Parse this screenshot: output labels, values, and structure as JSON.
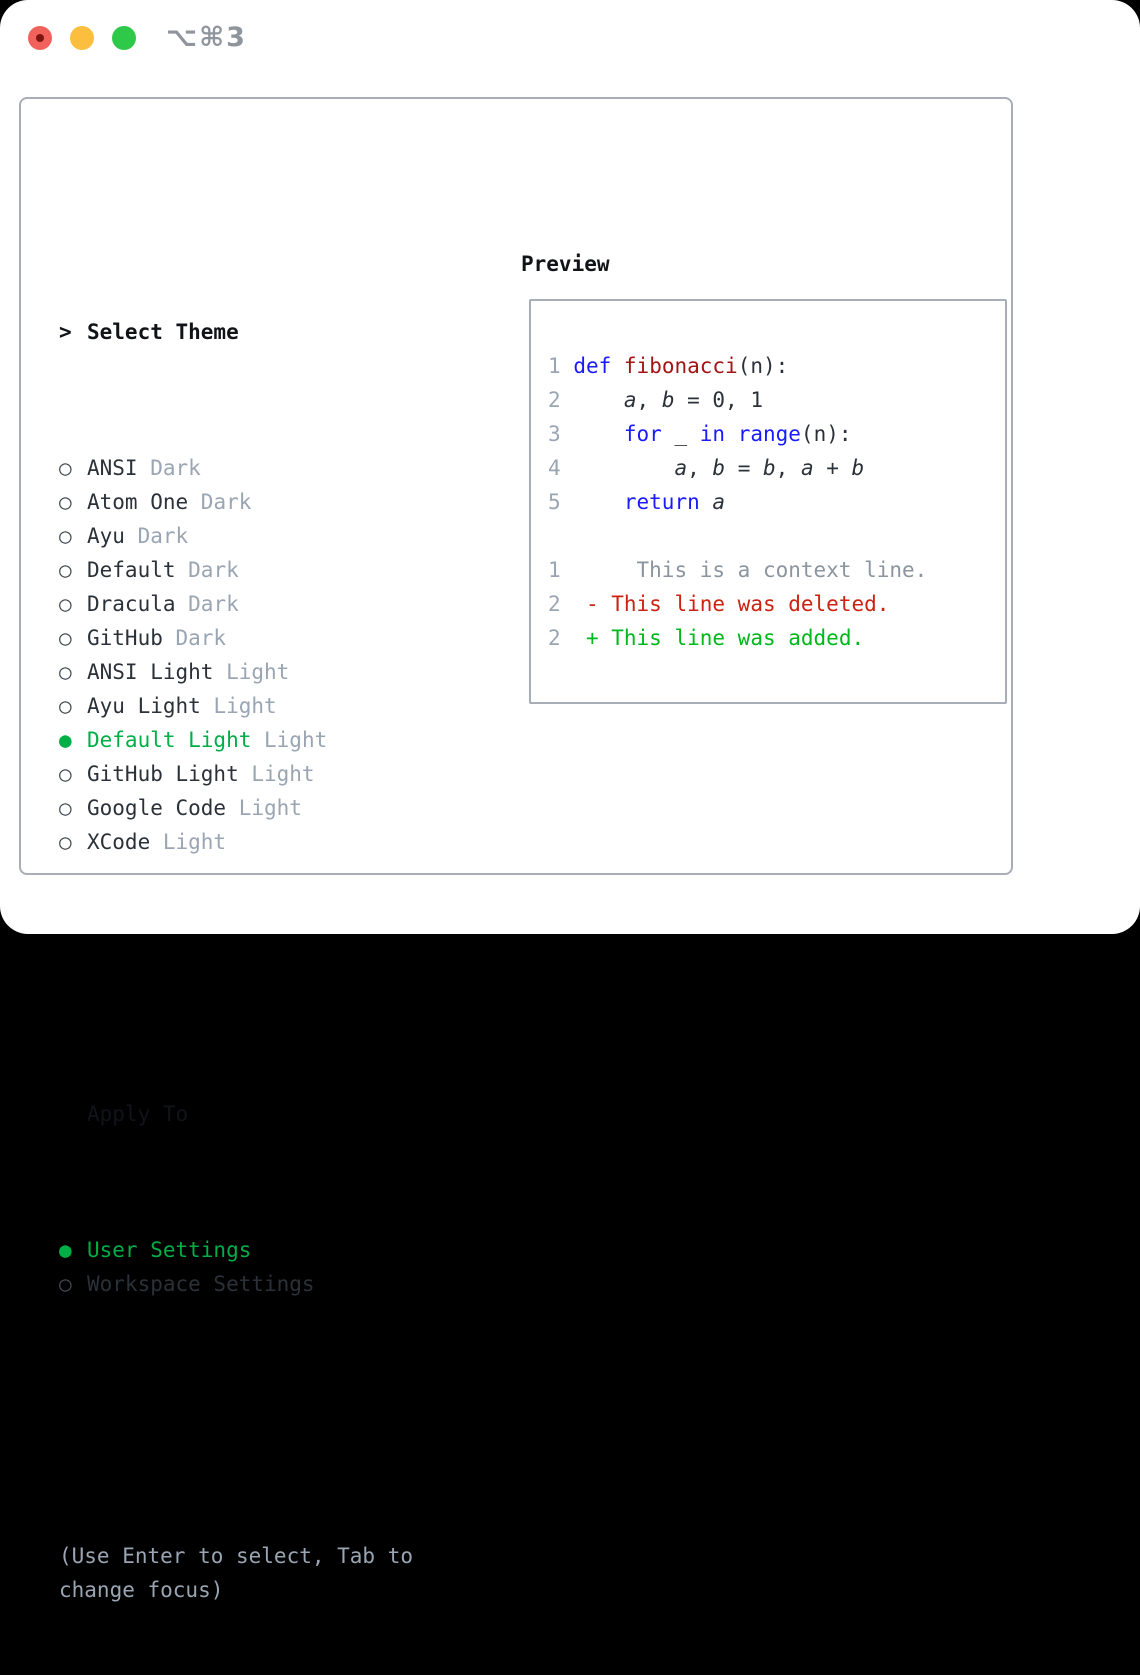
{
  "window": {
    "shortcut": "⌥⌘3",
    "traffic_lights": [
      "close",
      "minimize",
      "zoom"
    ]
  },
  "theme_panel": {
    "title_prefix": ">",
    "title": "Select Theme",
    "items": [
      {
        "name": "ANSI",
        "tag": "Dark",
        "selected": false
      },
      {
        "name": "Atom One",
        "tag": "Dark",
        "selected": false
      },
      {
        "name": "Ayu",
        "tag": "Dark",
        "selected": false
      },
      {
        "name": "Default",
        "tag": "Dark",
        "selected": false
      },
      {
        "name": "Dracula",
        "tag": "Dark",
        "selected": false
      },
      {
        "name": "GitHub",
        "tag": "Dark",
        "selected": false
      },
      {
        "name": "ANSI Light",
        "tag": "Light",
        "selected": false
      },
      {
        "name": "Ayu Light",
        "tag": "Light",
        "selected": false
      },
      {
        "name": "Default Light",
        "tag": "Light",
        "selected": true
      },
      {
        "name": "GitHub Light",
        "tag": "Light",
        "selected": false
      },
      {
        "name": "Google Code",
        "tag": "Light",
        "selected": false
      },
      {
        "name": "XCode",
        "tag": "Light",
        "selected": false
      }
    ],
    "apply_to": {
      "title": "Apply To",
      "options": [
        {
          "label": "User Settings",
          "selected": true
        },
        {
          "label": "Workspace Settings",
          "selected": false
        }
      ]
    },
    "hint": "(Use Enter to select, Tab to change focus)",
    "bullet_selected": "●",
    "bullet_unselected": "○"
  },
  "preview": {
    "title": "Preview",
    "code_lines": [
      {
        "num": "1",
        "tokens": [
          {
            "t": " "
          },
          {
            "t": "def",
            "c": "kw"
          },
          {
            "t": " "
          },
          {
            "t": "fibonacci",
            "c": "fn"
          },
          {
            "t": "(n):"
          }
        ]
      },
      {
        "num": "2",
        "tokens": [
          {
            "t": "     "
          },
          {
            "t": "a",
            "c": "var"
          },
          {
            "t": ", "
          },
          {
            "t": "b",
            "c": "var"
          },
          {
            "t": " = 0, 1"
          }
        ]
      },
      {
        "num": "3",
        "tokens": [
          {
            "t": "     "
          },
          {
            "t": "for",
            "c": "kw"
          },
          {
            "t": " _ "
          },
          {
            "t": "in",
            "c": "kw"
          },
          {
            "t": " "
          },
          {
            "t": "range",
            "c": "kw"
          },
          {
            "t": "(n):"
          }
        ]
      },
      {
        "num": "4",
        "tokens": [
          {
            "t": "         "
          },
          {
            "t": "a",
            "c": "var"
          },
          {
            "t": ", "
          },
          {
            "t": "b",
            "c": "var"
          },
          {
            "t": " = "
          },
          {
            "t": "b",
            "c": "var"
          },
          {
            "t": ", "
          },
          {
            "t": "a",
            "c": "var"
          },
          {
            "t": " + "
          },
          {
            "t": "b",
            "c": "var"
          }
        ]
      },
      {
        "num": "5",
        "tokens": [
          {
            "t": "     "
          },
          {
            "t": "return",
            "c": "kw"
          },
          {
            "t": " "
          },
          {
            "t": "a",
            "c": "var"
          }
        ]
      },
      {
        "num": "",
        "tokens": []
      },
      {
        "num": "1",
        "tokens": [
          {
            "t": "      "
          },
          {
            "t": "This is a context line.",
            "c": "ctx"
          }
        ]
      },
      {
        "num": "2",
        "tokens": [
          {
            "t": "  "
          },
          {
            "t": "- This line was deleted.",
            "c": "del"
          }
        ]
      },
      {
        "num": "2",
        "tokens": [
          {
            "t": "  "
          },
          {
            "t": "+ This line was added.",
            "c": "add"
          }
        ]
      }
    ]
  },
  "colors": {
    "text": "#2b3138",
    "muted_gray": "#9aa5b3",
    "border_gray": "#a7aeb8",
    "keyword_blue": "#1a1aff",
    "function_red": "#a31515",
    "deleted_red": "#cc2211",
    "added_green": "#00b81c",
    "selection_green": "#00ae46",
    "traffic_red": "#f2625c",
    "traffic_yellow": "#fcbe3e",
    "traffic_green": "#2fc94a"
  }
}
